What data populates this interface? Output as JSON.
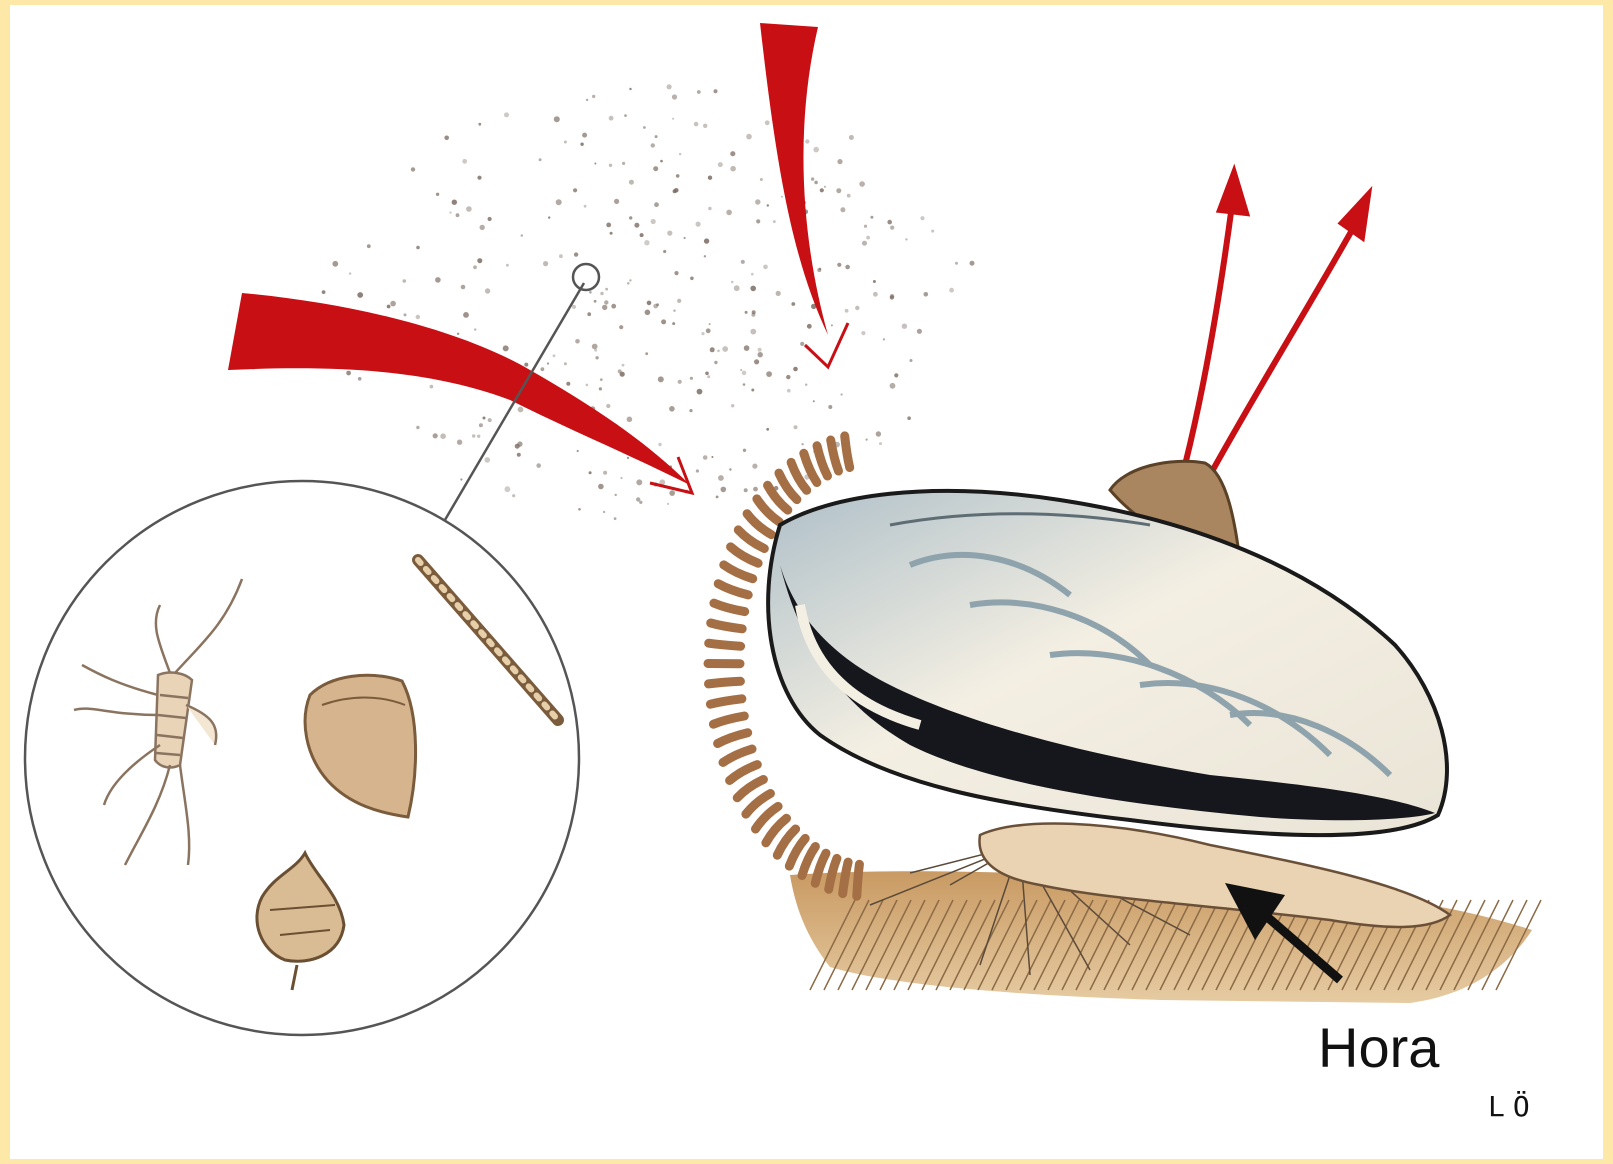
{
  "labels": {
    "foot": "Hora",
    "signature": "LÖ"
  },
  "colors": {
    "frame": "#fde8a8",
    "arrow_red": "#c80f14",
    "shell_dark": "#15171c",
    "shell_light": "#f4efe3",
    "shell_blue": "#aebfc8",
    "tan": "#c49a6c",
    "sediment": "#b88b5a"
  },
  "icons": {
    "particles": "plankton-particles",
    "inset": "plankton-magnifier-circle",
    "foot_arrow": "black-arrow"
  }
}
